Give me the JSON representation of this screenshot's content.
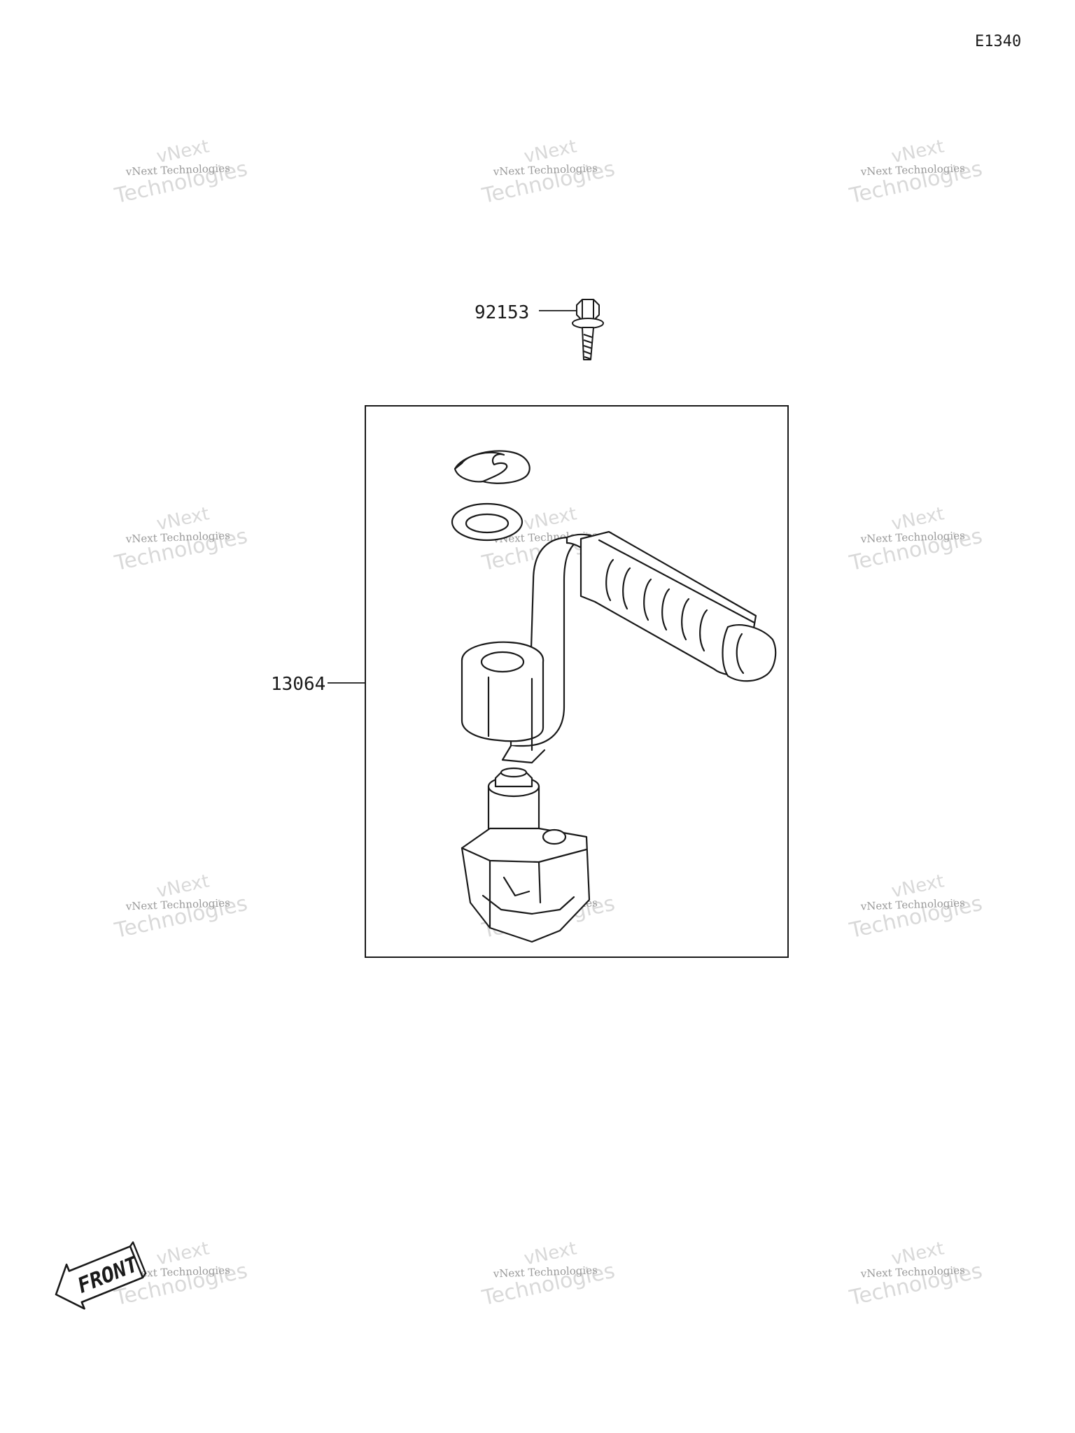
{
  "diagram": {
    "diagram_code": "E1340",
    "parts": [
      {
        "number": "92153"
      },
      {
        "number": "13064"
      }
    ],
    "front_marker": "FRONT"
  },
  "watermark": {
    "line_small": "vNext Technologies",
    "line_big_1": "vNext",
    "line_big_2": "Technologies"
  },
  "colors": {
    "line": "#1a1a1a",
    "watermark_light": "#d9d9d9",
    "watermark_dark": "#9a9a9a"
  }
}
